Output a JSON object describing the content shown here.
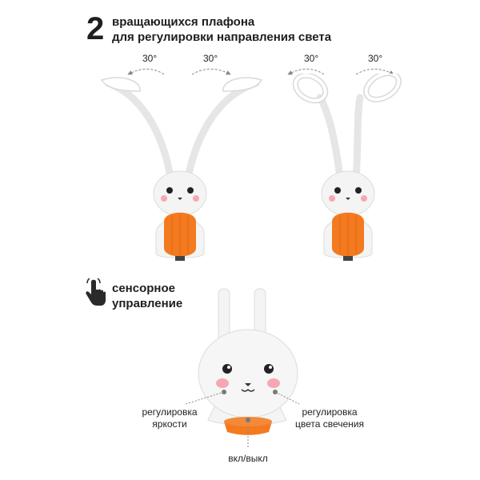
{
  "header": {
    "number": "2",
    "line1": "вращающихся плафона",
    "line2": "для регулировки направления света"
  },
  "rotation": {
    "left_angle_a": "30°",
    "left_angle_b": "30°",
    "right_angle_a": "30°",
    "right_angle_b": "30°"
  },
  "touch": {
    "line1": "сенсорное",
    "line2": "управление"
  },
  "controls": {
    "left_line1": "регулировка",
    "left_line2": "яркости",
    "right_line1": "регулировка",
    "right_line2": "цвета свечения",
    "bottom": "вкл/выкл"
  },
  "colors": {
    "accent_orange": "#f47a1f",
    "body_white": "#f4f4f4",
    "cheek_pink": "#f7a7b4"
  }
}
